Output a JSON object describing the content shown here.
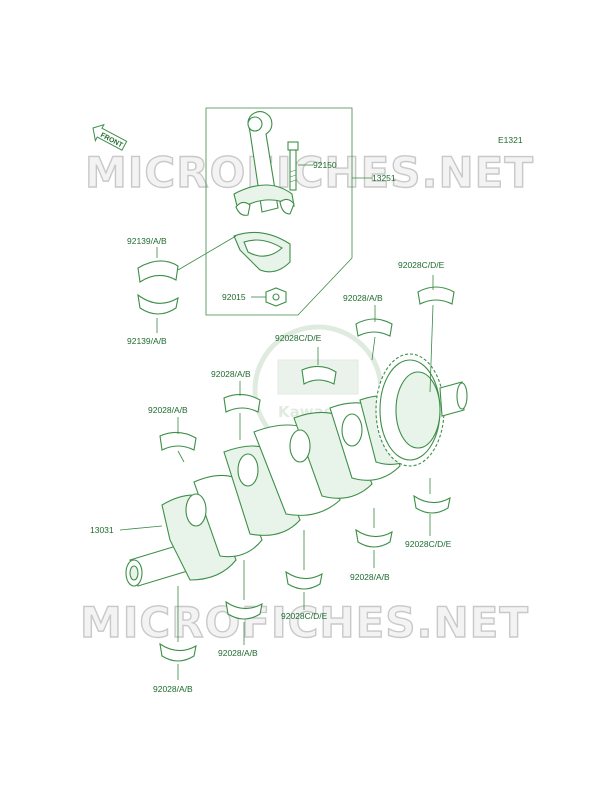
{
  "diagram_code": "E1321",
  "front_arrow_text": "FRONT",
  "watermark_text": "MICROFICHES.NET",
  "logo_text": "Kawasaki",
  "colors": {
    "line": "#3d8f48",
    "label": "#1f6b2e",
    "watermark": "#c9c9c9",
    "logo": "#c8dcc8"
  },
  "labels": {
    "p92150": "92150",
    "p13251": "13251",
    "p92139_top": "92139/A/B",
    "p92139_bottom": "92139/A/B",
    "p92015": "92015",
    "p92028cde_top_right": "92028C/D/E",
    "p92028ab_top_right": "92028/A/B",
    "p92028cde_center": "92028C/D/E",
    "p92028ab_center": "92028/A/B",
    "p92028ab_left": "92028/A/B",
    "p13031": "13031",
    "p92028cde_right_lower": "92028C/D/E",
    "p92028ab_right_lower": "92028/A/B",
    "p92028cde_bottom_center": "92028C/D/E",
    "p92028ab_bottom_center": "92028/A/B",
    "p92028ab_bottom_left": "92028/A/B"
  }
}
